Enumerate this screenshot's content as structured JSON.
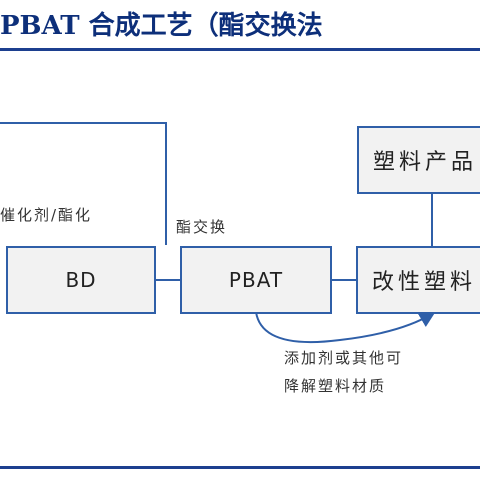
{
  "header": {
    "title": "PBAT 合成工艺（酯交换法"
  },
  "nodes": {
    "bd": "BD",
    "pbat": "PBAT",
    "modified_plastic": "改性塑料",
    "plastic_product": "塑料产品"
  },
  "edge_labels": {
    "catalyst": "催化剂/酯化",
    "transesterification": "酯交换",
    "additives_line1": "添加剂或其他可",
    "additives_line2": "降解塑料材质"
  },
  "colors": {
    "title": "#0d2f7a",
    "line": "#2f5fa8",
    "box_fill": "#f2f2f2"
  }
}
